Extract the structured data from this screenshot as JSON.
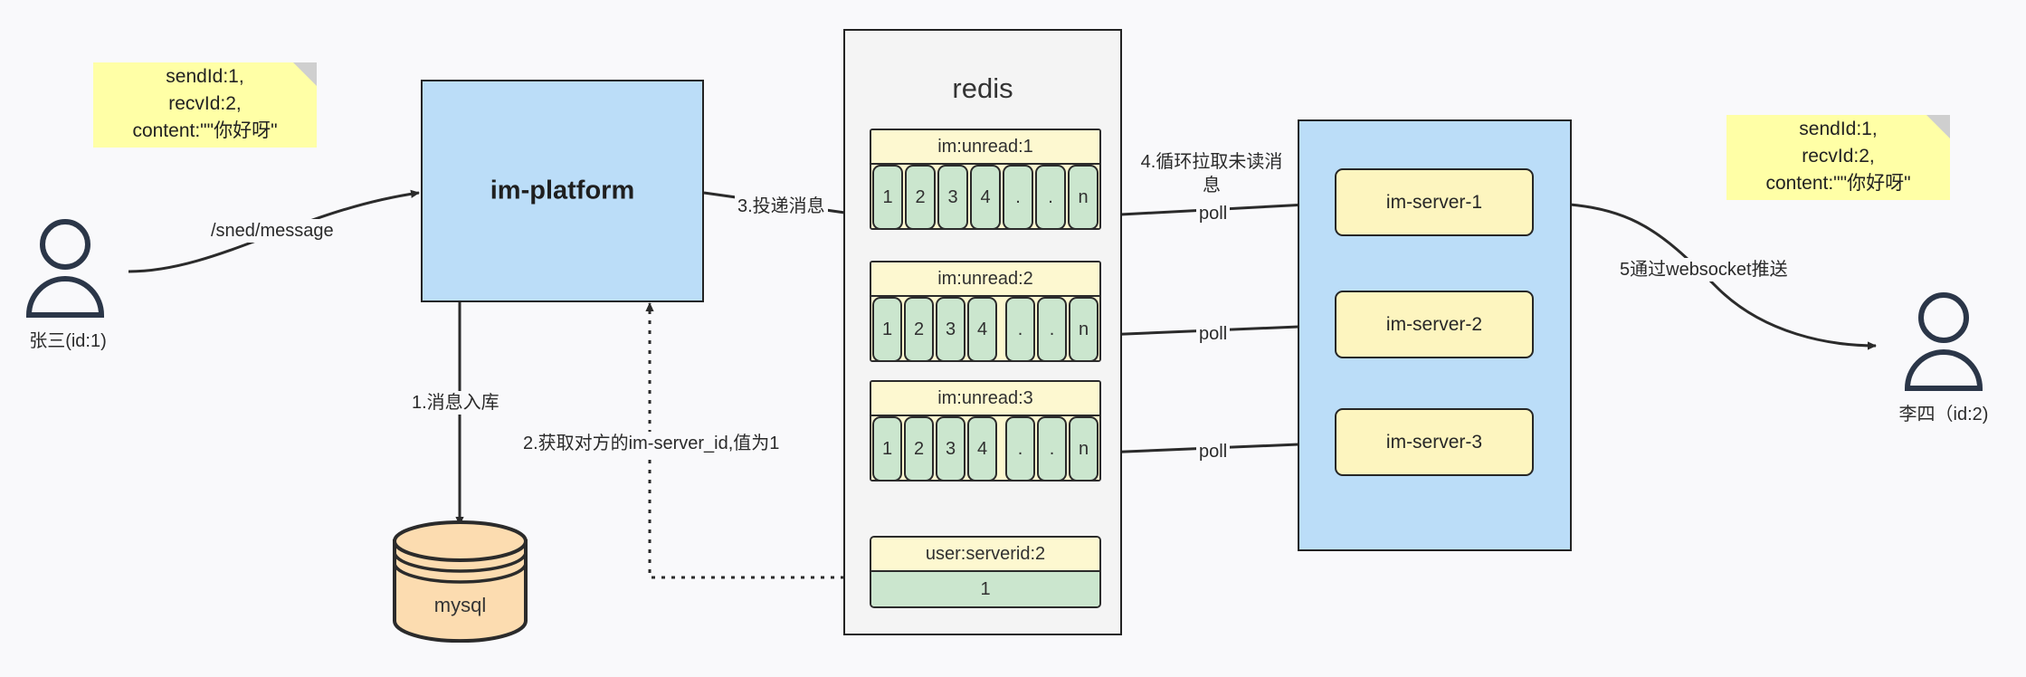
{
  "diagram": {
    "title": "IM message delivery architecture",
    "colors": {
      "background": "#f9f9fb",
      "blue_fill": "#bbddf8",
      "yellow_note": "#ffffa6",
      "yellow_fill": "#fdf8d0",
      "green_cell": "#cbe6ce",
      "orange_db": "#fcdcb0",
      "stroke": "#232323",
      "fold": "#cfcfcf"
    }
  },
  "notes": {
    "left": {
      "lines": [
        "sendId:1,",
        "recvId:2,",
        "content:\"\"你好呀\""
      ]
    },
    "right": {
      "lines": [
        "sendId:1,",
        "recvId:2,",
        "content:\"\"你好呀\""
      ]
    }
  },
  "actors": {
    "sender": {
      "label": "张三(id:1)"
    },
    "receiver": {
      "label": "李四（id:2)"
    }
  },
  "platform": {
    "label": "im-platform"
  },
  "database": {
    "label": "mysql"
  },
  "redis": {
    "title": "redis",
    "queues": [
      {
        "key": "im:unread:1",
        "cells": [
          "1",
          "2",
          "3",
          "4",
          ".",
          ".",
          "n"
        ]
      },
      {
        "key": "im:unread:2",
        "cells": [
          "1",
          "2",
          "3",
          "4",
          ".",
          ".",
          "n"
        ]
      },
      {
        "key": "im:unread:3",
        "cells": [
          "1",
          "2",
          "3",
          "4",
          ".",
          ".",
          "n"
        ]
      }
    ],
    "kv": {
      "key": "user:serverid:2",
      "value": "1"
    }
  },
  "servers": {
    "items": [
      {
        "label": "im-server-1"
      },
      {
        "label": "im-server-2"
      },
      {
        "label": "im-server-3"
      }
    ]
  },
  "edges": {
    "send_message": "/sned/message",
    "step1": "1.消息入库",
    "step2": "2.获取对方的im-server_id,值为1",
    "step3": "3.投递消息",
    "step4": "4.循环拉取未读消\n息",
    "step5": "5通过websocket推送",
    "poll1": "poll",
    "poll2": "poll",
    "poll3": "poll"
  }
}
